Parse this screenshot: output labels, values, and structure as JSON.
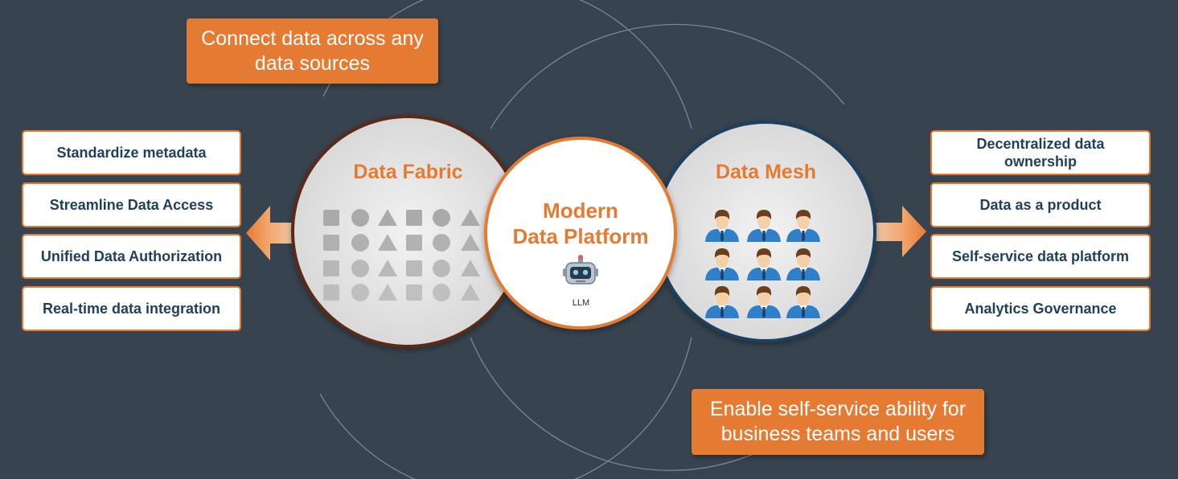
{
  "callouts": {
    "top": [
      "Connect data across any",
      "data sources"
    ],
    "bottom": [
      "Enable self-service ability for",
      "business teams and users"
    ]
  },
  "fabric": {
    "title": "Data Fabric",
    "features": [
      "Standardize metadata",
      "Streamline Data Access",
      "Unified Data Authorization",
      "Real-time data integration"
    ]
  },
  "platform": {
    "title_lines": [
      "Modern",
      "Data Platform"
    ],
    "badge_label": "LLM",
    "badge_icon": "robot-icon"
  },
  "mesh": {
    "title": "Data Mesh",
    "features": [
      [
        "Decentralized data",
        "ownership"
      ],
      [
        "Data as a product"
      ],
      [
        "Self-service data platform"
      ],
      [
        "Analytics Governance"
      ]
    ]
  },
  "colors": {
    "background": "#37434f",
    "accent": "#e57a33",
    "fabric_ring": "#5a2a14",
    "mesh_ring": "#1c3f5e",
    "box_text": "#1f3f5b"
  }
}
